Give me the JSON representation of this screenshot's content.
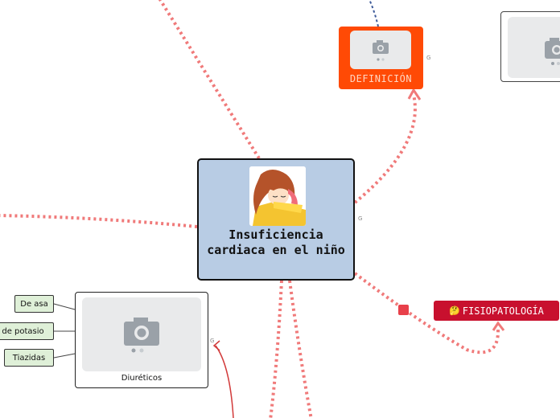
{
  "central": {
    "title": "Insuficiencia cardiaca en el niño"
  },
  "nodes": {
    "definicion": {
      "label": "DEFINICIÓN",
      "color": "#ff4a05"
    },
    "fisiopatologia": {
      "emoji": "🤔",
      "label": "FISIOPATOLOGÍA",
      "color": "#c8102e"
    },
    "diureticos": {
      "label": "Diuréticos"
    },
    "leaves": [
      "De asa",
      "de potasio",
      "Tiazidas"
    ]
  },
  "icons": [
    "camera-icon",
    "girl-sleeping-image",
    "google-g-icon"
  ],
  "colors": {
    "central_bg": "#b8cce4",
    "link": "#f07a7a",
    "leaf_bg": "#dff0d8"
  }
}
